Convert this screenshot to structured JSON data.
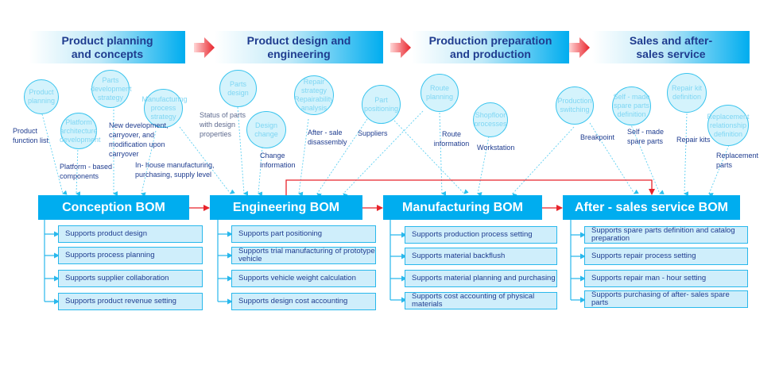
{
  "phases": [
    {
      "label": "Product planning and concepts"
    },
    {
      "label": "Product design and engineering"
    },
    {
      "label": "Production preparation and production"
    },
    {
      "label": "Sales and after- sales service"
    }
  ],
  "circles": [
    {
      "label": "Product planning"
    },
    {
      "label": "Platform architecture development"
    },
    {
      "label": "Parts development strategy"
    },
    {
      "label": "Manufacturing process strategy"
    },
    {
      "label": "Parts design"
    },
    {
      "label": "Design change"
    },
    {
      "label": "Repair strategy Repairability analysis"
    },
    {
      "label": "Part positioning"
    },
    {
      "label": "Route planning"
    },
    {
      "label": "Shopfloor processes"
    },
    {
      "label": "Production switching"
    },
    {
      "label": "Self - made spare parts definition"
    },
    {
      "label": "Repair kit definition"
    },
    {
      "label": "Replacement relationship definition"
    }
  ],
  "flow_labels": [
    {
      "text": "Product function list"
    },
    {
      "text": "Platform - based components"
    },
    {
      "text": "New development, carryover, and modification upon carryover"
    },
    {
      "text": "In- house manufacturing, purchasing, supply level"
    },
    {
      "text": "Status of parts with design properties"
    },
    {
      "text": "Change information"
    },
    {
      "text": "After - sale disassembly"
    },
    {
      "text": "Suppliers"
    },
    {
      "text": "Route information"
    },
    {
      "text": "Workstation"
    },
    {
      "text": "Breakpoint"
    },
    {
      "text": "Self - made spare parts"
    },
    {
      "text": "Repair kits"
    },
    {
      "text": "Replacement parts"
    }
  ],
  "boms": [
    {
      "title": "Conception BOM",
      "supports": [
        "Supports product design",
        "Supports process planning",
        "Supports supplier collaboration",
        "Supports product revenue setting"
      ]
    },
    {
      "title": "Engineering BOM",
      "supports": [
        "Supports part positioning",
        "Supports trial manufacturing of prototype vehicle",
        "Supports vehicle weight calculation",
        "Supports design cost accounting"
      ]
    },
    {
      "title": "Manufacturing BOM",
      "supports": [
        "Supports production process setting",
        "Supports material backflush",
        "Supports material planning and purchasing",
        "Supports cost accounting of physical materials"
      ]
    },
    {
      "title": "After - sales service BOM",
      "supports": [
        "Supports spare parts definition and catalog preparation",
        "Supports repair process setting",
        "Supports repair man  - hour setting",
        "Supports purchasing of after- sales spare parts"
      ]
    }
  ],
  "colors": {
    "accent": "#00adef",
    "text": "#1f3c8f",
    "arrow_red": "#e8232b",
    "circle_fill": "#d4f3fc"
  }
}
